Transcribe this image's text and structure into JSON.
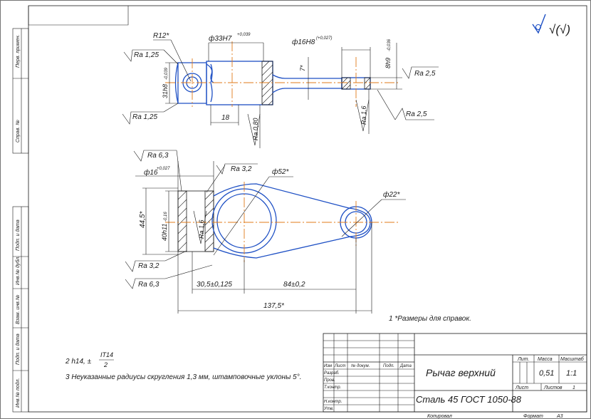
{
  "frame": {
    "side_labels": [
      "Перв. примен.",
      "Справ. №",
      "Подп. и дата",
      "Инв.№ дубл.",
      "Взам. инв.№",
      "Подп. и дата",
      "Инв.№ подл."
    ]
  },
  "roughness_symbol": "√(√)",
  "top_view": {
    "radius": "R12*",
    "bore": "ф33H7",
    "bore_tol": "+0,039",
    "hole": "ф16H8",
    "hole_tol": "(+0,027)",
    "thickness": "8h9",
    "thickness_tol": "-0,036",
    "width": "31h8",
    "width_tol": "-0,039",
    "dim_18": "18",
    "dim_7": "7*",
    "ra_125_a": "Ra 1,25",
    "ra_125_b": "Ra 1,25",
    "ra_080": "Ra 0,80",
    "ra_16": "Ra 1,6",
    "ra_25_a": "Ra 2,5",
    "ra_25_b": "Ra 2,5"
  },
  "bottom_view": {
    "ra_63_a": "Ra 6,3",
    "hole": "ф16",
    "hole_tol": "+0,027",
    "ra_32_a": "Ra 3,2",
    "boss": "ф52*",
    "end_boss": "ф22*",
    "dim_445": "44,5*",
    "dim_40": "40h11",
    "dim_40_tol": "-0,16",
    "ra_16": "Ra 1,6",
    "ra_32_b": "Ra 3,2",
    "ra_63_b": "Ra 6,3",
    "dim_305": "30,5±0,125",
    "dim_84": "84±0,2",
    "dim_1375": "137,5*"
  },
  "notes": {
    "note1": "1  *Размеры для справок.",
    "note2_prefix": "2  h14, ±",
    "note2_frac_top": "IT14",
    "note2_frac_bottom": "2",
    "note3": "3  Неуказанные радиусы скругления 1,3 мм, штамповочные уклоны 5°."
  },
  "title_block": {
    "headers": [
      "Изм",
      "Лист",
      "№ докум.",
      "Подп.",
      "Дата"
    ],
    "roles": [
      "Разраб.",
      "Пров.",
      "Т.контр.",
      "",
      "Н.контр.",
      "Утв."
    ],
    "part_name": "Рычаг верхний",
    "material": "Сталь 45  ГОСТ 1050-88",
    "lit_label": "Лит.",
    "mass_label": "Масса",
    "scale_label": "Масштаб",
    "mass": "0,51",
    "scale": "1:1",
    "sheet_label": "Лист",
    "sheets_label": "Листов",
    "sheets": "1",
    "copied": "Копировал",
    "format_label": "Формат",
    "format": "A3"
  }
}
